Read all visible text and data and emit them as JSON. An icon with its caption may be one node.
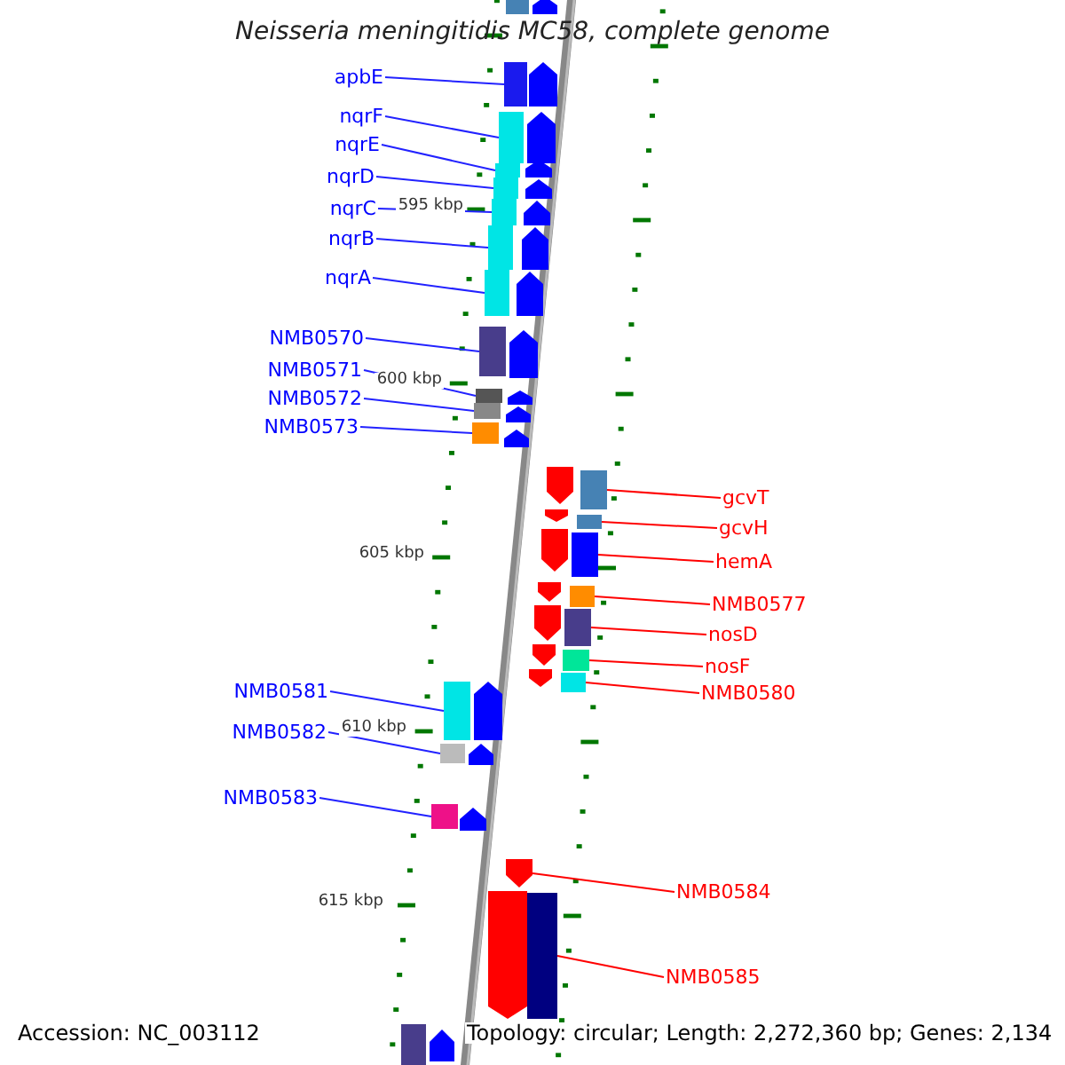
{
  "diagram": {
    "title": "Neisseria meningitidis MC58, complete genome",
    "nodes": [
      {
        "text": [
          "apbE"
        ]
      },
      {
        "text": [],
        "shape": "box"
      },
      {
        "text": [
          "nqrF"
        ]
      },
      {
        "text": [],
        "shape": "box"
      },
      {
        "text": [
          "nqrE"
        ]
      },
      {
        "text": [],
        "shape": "box"
      },
      {
        "text": [
          "nqrD"
        ]
      },
      {
        "text": [],
        "shape": "box"
      },
      {
        "text": [
          "nqrC"
        ]
      },
      {
        "text": [],
        "shape": "box"
      },
      {
        "text": [
          "nqrB"
        ]
      },
      {
        "text": [],
        "shape": "box"
      },
      {
        "text": [
          "nqrA"
        ]
      },
      {
        "text": [],
        "shape": "box"
      },
      {
        "text": [
          "NMB0570"
        ]
      },
      {
        "text": [],
        "shape": "box"
      },
      {
        "text": [
          "NMB0571"
        ]
      },
      {
        "text": [],
        "shape": "box"
      },
      {
        "text": [
          "NMB0572"
        ]
      },
      {
        "text": [],
        "shape": "box"
      },
      {
        "text": [
          "NMB0573"
        ]
      },
      {
        "text": [],
        "shape": "box"
      },
      {
        "text": [
          "gcvT"
        ]
      },
      {
        "text": [],
        "shape": "box"
      },
      {
        "text": [
          "gcvH"
        ]
      },
      {
        "text": [],
        "shape": "box"
      },
      {
        "text": [
          "hemA"
        ]
      },
      {
        "text": [],
        "shape": "box"
      },
      {
        "text": [
          "NMB0577"
        ]
      },
      {
        "text": [],
        "shape": "box"
      },
      {
        "text": [
          "nosD"
        ]
      },
      {
        "text": [],
        "shape": "box"
      },
      {
        "text": [
          "nosF"
        ]
      },
      {
        "text": [],
        "shape": "box"
      },
      {
        "text": [
          "NMB0580"
        ]
      },
      {
        "text": [],
        "shape": "box"
      },
      {
        "text": [
          "NMB0581"
        ]
      },
      {
        "text": [],
        "shape": "box"
      },
      {
        "text": [
          "NMB0582"
        ]
      },
      {
        "text": [],
        "shape": "box"
      },
      {
        "text": [
          "NMB0583"
        ]
      },
      {
        "text": [],
        "shape": "box"
      },
      {
        "text": [
          "NMB0584"
        ]
      },
      {
        "text": [],
        "shape": "arrow"
      },
      {
        "text": [
          "NMB0585"
        ]
      },
      {
        "text": [],
        "shape": "box"
      },
      {
        "text": [],
        "shape": "box"
      },
      {
        "text": [],
        "shape": "box"
      }
    ],
    "edges": [
      {
        "from": 0,
        "to": 1,
        "arrow": "none"
      },
      {
        "from": 2,
        "to": 3,
        "arrow": "none"
      },
      {
        "from": 4,
        "to": 5,
        "arrow": "none"
      },
      {
        "from": 6,
        "to": 7,
        "arrow": "none"
      },
      {
        "from": 8,
        "to": 9,
        "arrow": "none"
      },
      {
        "from": 10,
        "to": 11,
        "arrow": "none"
      },
      {
        "from": 12,
        "to": 13,
        "arrow": "none"
      },
      {
        "from": 14,
        "to": 15,
        "arrow": "none"
      },
      {
        "from": 16,
        "to": 17,
        "arrow": "none"
      },
      {
        "from": 18,
        "to": 19,
        "arrow": "none"
      },
      {
        "from": 20,
        "to": 21,
        "arrow": "none"
      },
      {
        "from": 22,
        "to": 23,
        "arrow": "none",
        "color": "#ff0000"
      },
      {
        "from": 24,
        "to": 25,
        "arrow": "none",
        "color": "#ff0000"
      },
      {
        "from": 26,
        "to": 27,
        "arrow": "none",
        "color": "#ff0000"
      },
      {
        "from": 28,
        "to": 29,
        "arrow": "none",
        "color": "#ff0000"
      },
      {
        "from": 30,
        "to": 31,
        "arrow": "none",
        "color": "#ff0000"
      },
      {
        "from": 32,
        "to": 33,
        "arrow": "none",
        "color": "#ff0000"
      },
      {
        "from": 34,
        "to": 35,
        "arrow": "none",
        "color": "#ff0000"
      },
      {
        "from": 36,
        "to": 37,
        "arrow": "none"
      },
      {
        "from": 38,
        "to": 39,
        "arrow": "none"
      },
      {
        "from": 40,
        "to": 41,
        "arrow": "none"
      },
      {
        "from": 42,
        "to": 43,
        "arrow": "none",
        "color": "#ff0000"
      },
      {
        "from": 44,
        "to": 45,
        "arrow": "none",
        "color": "#ff0000"
      }
    ],
    "labels": [
      "595 kbp",
      "600 kbp",
      "605 kbp",
      "610 kbp",
      "615 kbp",
      "Accession: NC_003112",
      "Topology: circular; Length: 2,272,360 bp; Genes: 2,134"
    ]
  }
}
